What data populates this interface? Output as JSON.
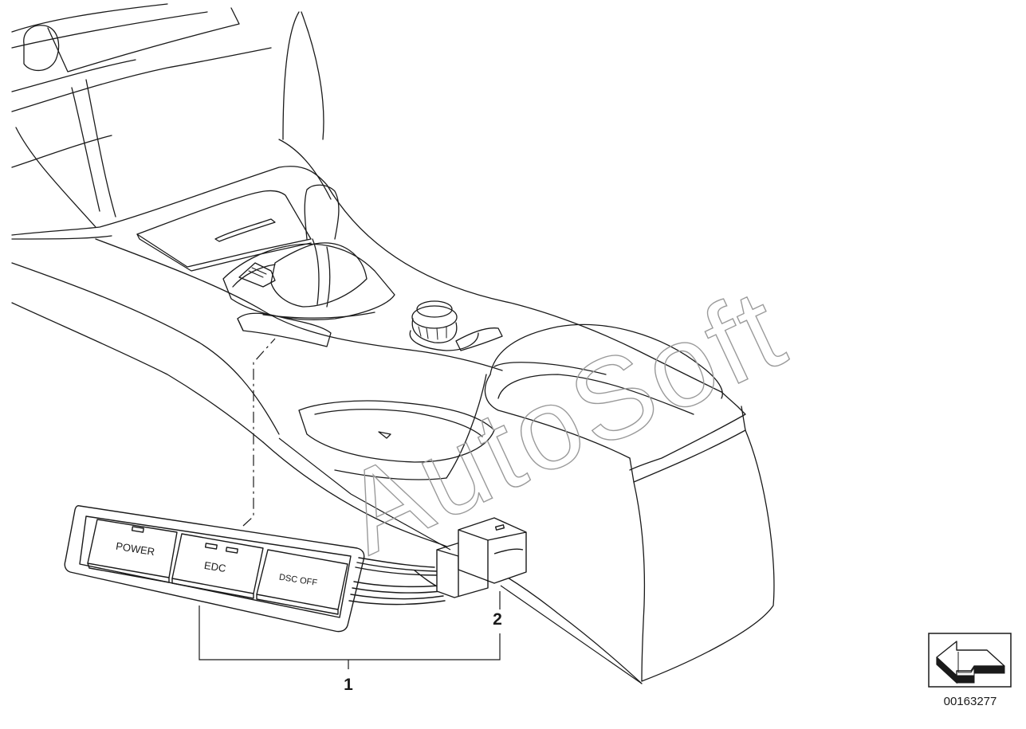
{
  "diagram": {
    "switch_labels": {
      "power": "POWER",
      "edc": "EDC",
      "dsc": "DSC OFF"
    },
    "callouts": {
      "item1": "1",
      "item2": "2"
    },
    "watermark": "AutoSoft",
    "image_number": "00163277",
    "icons": {
      "orientation": "orientation-arrow-icon"
    },
    "colors": {
      "line": "#1a1a1a",
      "background": "#ffffff",
      "watermark_stroke": "#9a9a9a"
    }
  }
}
